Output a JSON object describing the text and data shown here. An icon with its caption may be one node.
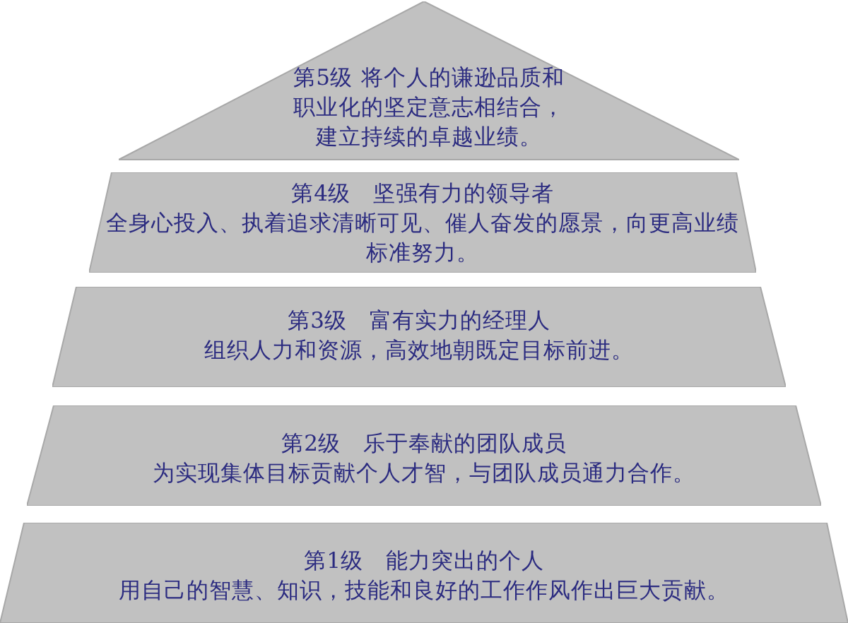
{
  "diagram": {
    "nodes": [
      {
        "text": [
          "第5级",
          "将个人的谦逊品质和职业化的坚定意志相结合，建立持续的卓越业绩。"
        ]
      },
      {
        "text": [
          "第4级",
          "坚强有力的领导者",
          "全身心投入、执着追求清晰可见、催人奋发的愿景，向更高业绩标准努力。"
        ]
      },
      {
        "text": [
          "第3级",
          "富有实力的经理人",
          "组织人力和资源，高效地朝既定目标前进。"
        ]
      },
      {
        "text": [
          "第2级",
          "乐于奉献的团队成员",
          "为实现集体目标贡献个人才智，与团队成员通力合作。"
        ]
      },
      {
        "text": [
          "第1级",
          "能力突出的个人",
          "用自己的智慧、知识，技能和良好的工作作风作出巨大贡献。"
        ]
      }
    ]
  }
}
